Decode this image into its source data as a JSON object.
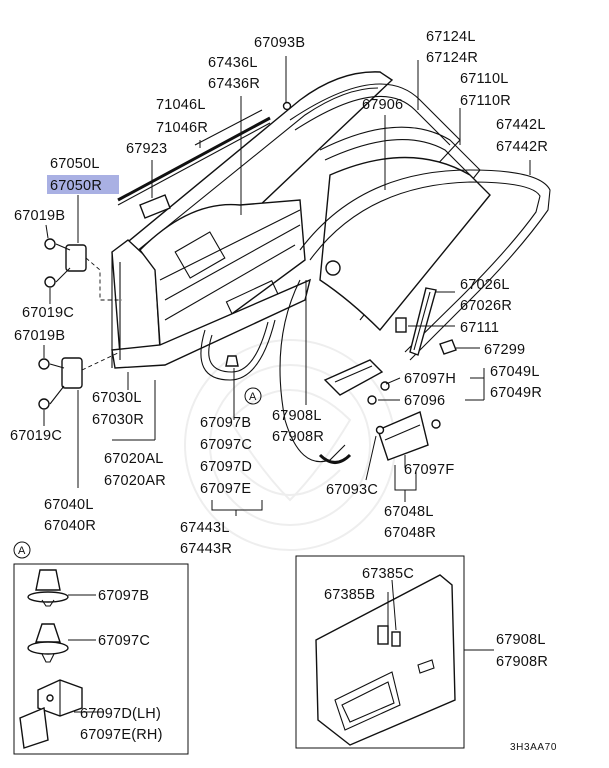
{
  "labels": {
    "p67093B_top": "67093B",
    "p67436L": "67436L",
    "p67436R": "67436R",
    "p67124L": "67124L",
    "p67124R": "67124R",
    "p67110L": "67110L",
    "p67110R": "67110R",
    "p71046L": "71046L",
    "p71046R": "71046R",
    "p67906": "67906",
    "p67442L": "67442L",
    "p67442R": "67442R",
    "p67923": "67923",
    "p67050L": "67050L",
    "p67050R": "67050R",
    "p67019B_1": "67019B",
    "p67019C_1": "67019C",
    "p67019B_2": "67019B",
    "p67019C_2": "67019C",
    "p67026L": "67026L",
    "p67026R": "67026R",
    "p67111": "67111",
    "p67299": "67299",
    "p67049L": "67049L",
    "p67049R": "67049R",
    "p67097H": "67097H",
    "p67096": "67096",
    "p67030L": "67030L",
    "p67030R": "67030R",
    "p67097B": "67097B",
    "p67097C": "67097C",
    "p67097D": "67097D",
    "p67097E": "67097E",
    "p67908L_top": "67908L",
    "p67908R_top": "67908R",
    "p67020AL": "67020AL",
    "p67020AR": "67020AR",
    "p67093C": "67093C",
    "p67097F": "67097F",
    "p67040L": "67040L",
    "p67040R": "67040R",
    "p67048L": "67048L",
    "p67048R": "67048R",
    "p67443L": "67443L",
    "p67443R": "67443R",
    "ref_a": "A",
    "ref_a_inset": "A",
    "inset_67097B": "67097B",
    "inset_67097C": "67097C",
    "inset_67097D": "67097D(LH)",
    "inset_67097E": "67097E(RH)",
    "p67385C": "67385C",
    "p67385B": "67385B",
    "p67908L_box": "67908L",
    "p67908R_box": "67908R",
    "diagram_code": "3H3AA70"
  },
  "highlight_color": "#a9b0e3",
  "line_color": "#111111"
}
